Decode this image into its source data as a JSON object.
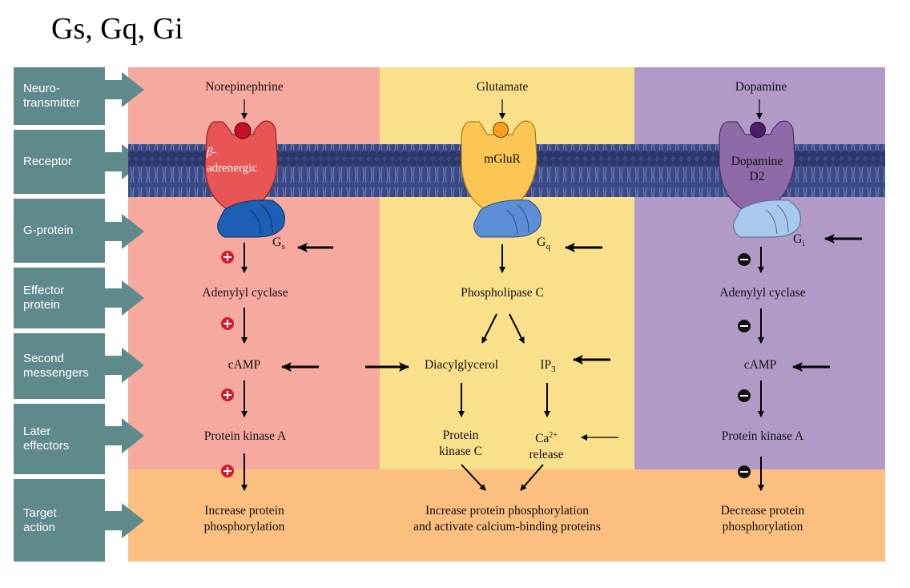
{
  "title": "Gs, Gq, Gi",
  "colors": {
    "sidebar": "#5f8a8b",
    "gs_panel": "#f6a99e",
    "gq_panel": "#fbe08c",
    "gi_panel": "#b19ac8",
    "target_strip": "#fbbf80",
    "membrane": "#2e3a6b",
    "plus_sign": "#d4182e",
    "minus_sign": "#000000"
  },
  "rows": [
    {
      "label": "Neuro-\ntransmitter"
    },
    {
      "label": "Receptor"
    },
    {
      "label": "G-protein"
    },
    {
      "label": "Effector\nprotein"
    },
    {
      "label": "Second\nmessengers"
    },
    {
      "label": "Later\neffectors"
    },
    {
      "label": "Target\naction"
    }
  ],
  "pathways": {
    "gs": {
      "neurotransmitter": "Norepinephrine",
      "receptor_symbol": "β-",
      "receptor": "adrenergic",
      "gprotein_main": "G",
      "gprotein_sub": "s",
      "effector": "Adenylyl cyclase",
      "second_messenger": "cAMP",
      "later_effector": "Protein kinase A",
      "target": "Increase protein\nphosphorylation",
      "sign": "+"
    },
    "gq": {
      "neurotransmitter": "Glutamate",
      "receptor": "mGluR",
      "gprotein_main": "G",
      "gprotein_sub": "q",
      "effector": "Phospholipase C",
      "second_messenger_1": "Diacylglycerol",
      "second_messenger_2_main": "IP",
      "second_messenger_2_sub": "3",
      "later_effector_1": "Protein\nkinase C",
      "later_effector_2_main": "Ca",
      "later_effector_2_sup": "2+",
      "later_effector_2_rest": "release",
      "target": "Increase protein phosphorylation\nand activate calcium-binding proteins"
    },
    "gi": {
      "neurotransmitter": "Dopamine",
      "receptor": "Dopamine\nD2",
      "gprotein_main": "G",
      "gprotein_sub": "i",
      "effector": "Adenylyl cyclase",
      "second_messenger": "cAMP",
      "later_effector": "Protein kinase A",
      "target": "Decrease protein\nphosphorylation",
      "sign": "−"
    }
  }
}
